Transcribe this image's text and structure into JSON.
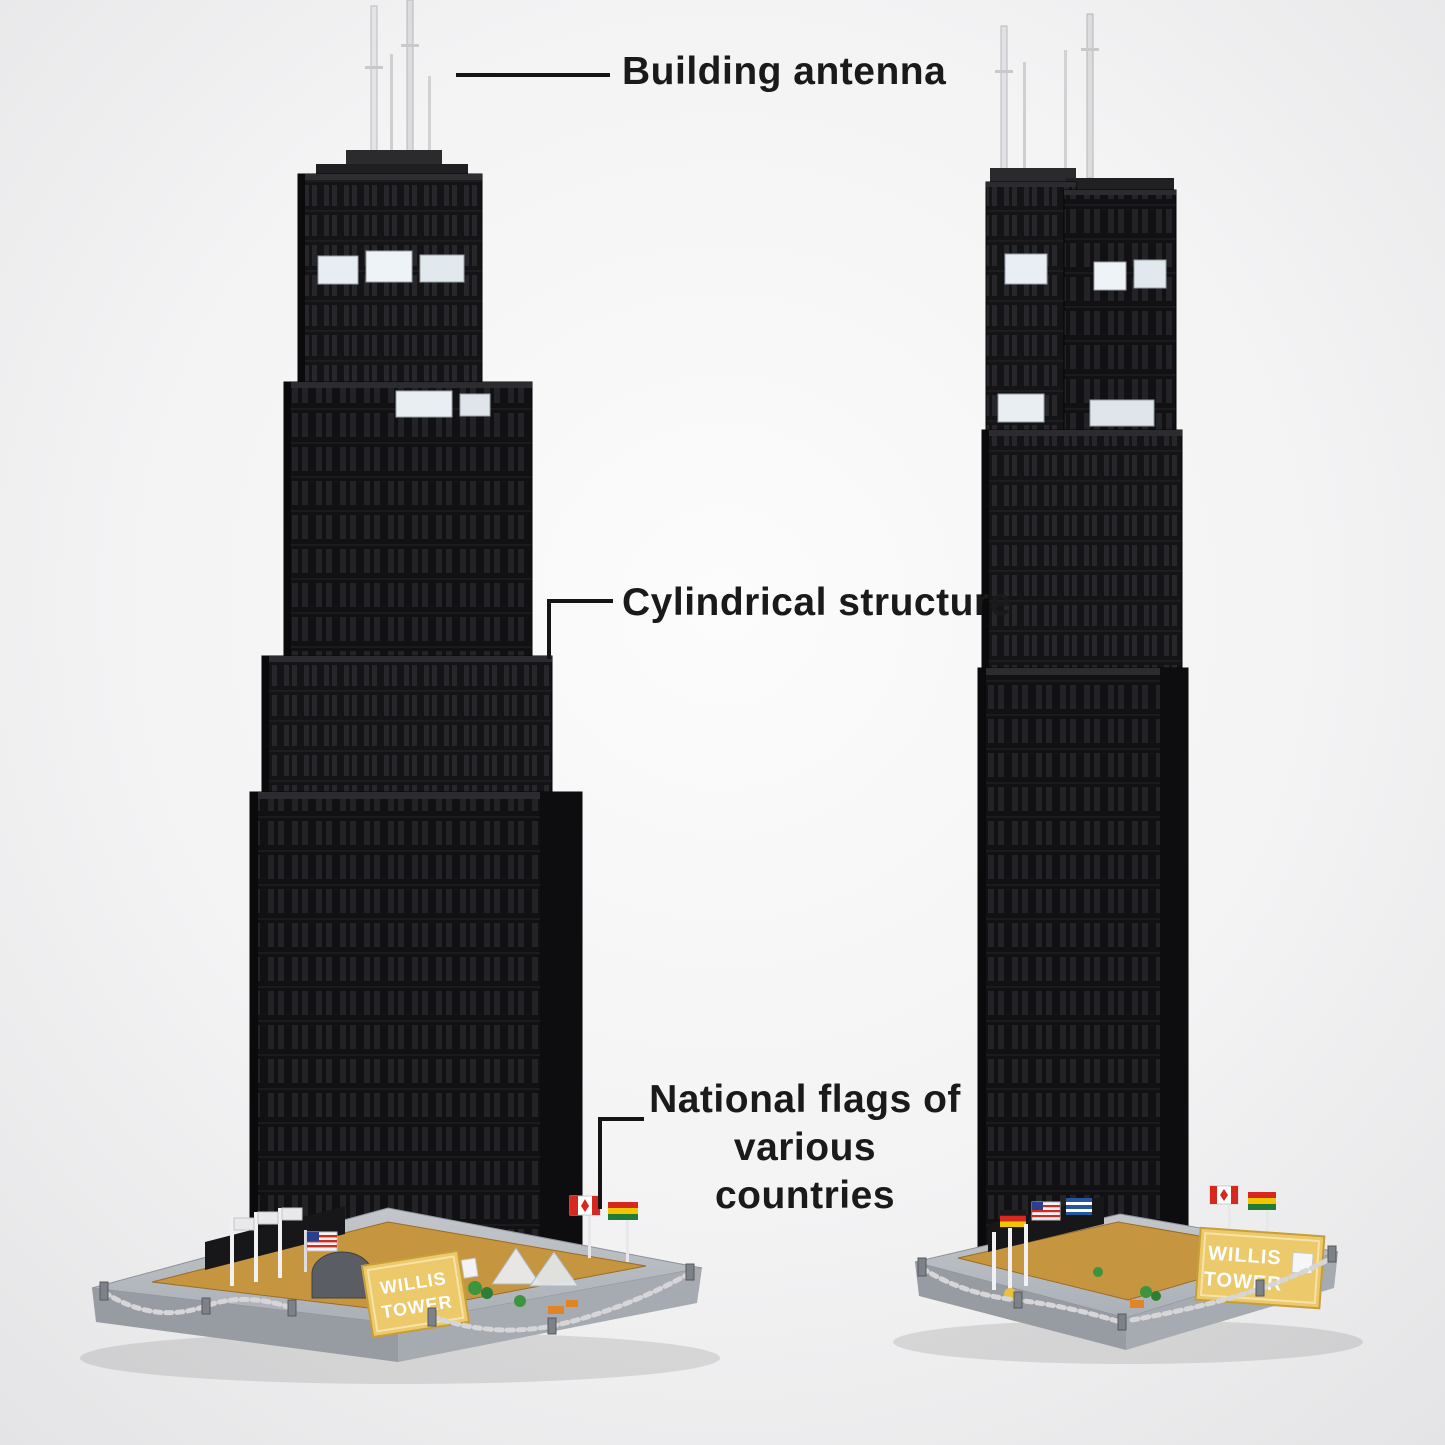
{
  "background": {
    "center": "#fcfcfc",
    "edge": "#e5e5e7"
  },
  "annotations": {
    "antenna": {
      "label": "Building antenna"
    },
    "structure": {
      "label": "Cylindrical structure"
    },
    "flags": {
      "line1": "National flags of",
      "line2": "various countries"
    }
  },
  "models": {
    "sign": {
      "line1": "WILLIS",
      "line2": "TOWER"
    },
    "colors": {
      "tower": "#141417",
      "platform": "#b0b4ba",
      "ground": "#c6953f",
      "sign_background": "#ecc96a",
      "sign_text": "#ffffff",
      "annotation_text": "#1a1a1a"
    },
    "flags": [
      "us",
      "canada",
      "bolivia",
      "germany",
      "greece"
    ]
  }
}
